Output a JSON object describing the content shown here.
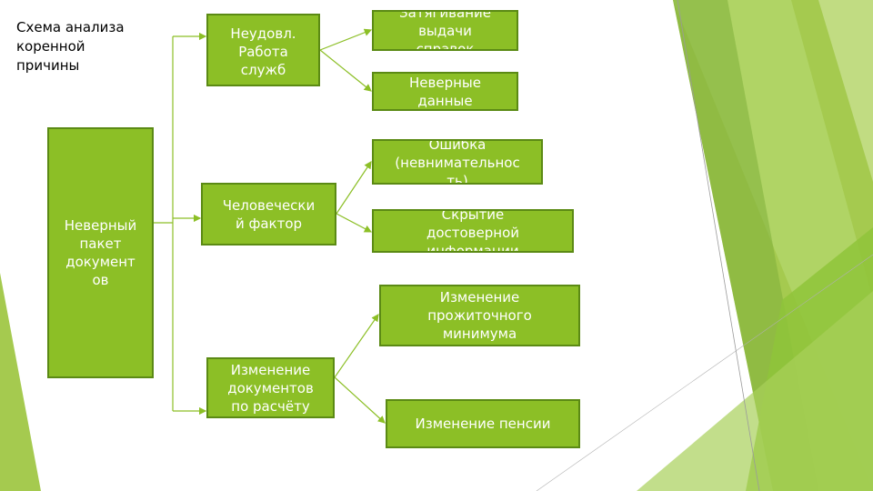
{
  "title": "Схема анализа\nкоренной\nпричины",
  "nodes": {
    "root": "Неверный\nпакет\nдокумент\nов",
    "cause_1": "Неудовл.\nРабота\nслужб",
    "cause_2": "Человечески\nй фактор",
    "cause_3": "Изменение\nдокументов\nпо расчёту",
    "effect_1": "Затягивание\nвыдачи\nсправок",
    "effect_2": "Неверные\nданные",
    "effect_3": "Ошибка\n(невнимательнос\nть)",
    "effect_4": "Скрытие\nдостоверной\nинформации",
    "effect_5": "Изменение\nпрожиточного\nминимума",
    "effect_6": "Изменение пенсии"
  },
  "colors": {
    "box_fill": "#8cbf26",
    "box_border": "#5b8a14",
    "connector": "#8cbf26",
    "text_on_box": "#ffffff"
  }
}
